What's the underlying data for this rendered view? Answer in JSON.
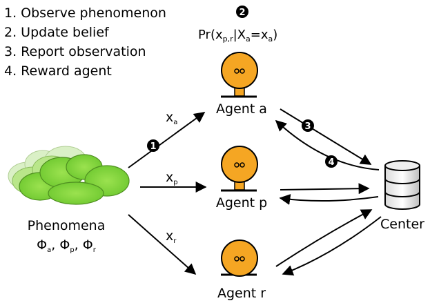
{
  "steps": [
    "1. Observe phenomenon",
    "2. Update belief",
    "3. Report observation",
    "4. Reward agent"
  ],
  "belief_formula": {
    "pre": "Pr(x",
    "sub1": "p,r",
    "mid": "|X",
    "sub2": "a",
    "mid2": "=x",
    "sub3": "a",
    "post": ")"
  },
  "markers": {
    "one": "1",
    "two": "2",
    "three": "3",
    "four": "4"
  },
  "phenomena": {
    "label": "Phenomena",
    "phi": "Φ",
    "sub_a": "a",
    "sub_p": "p",
    "sub_r": "r",
    "sep": ", "
  },
  "agents": [
    {
      "label": "Agent a"
    },
    {
      "label": "Agent p"
    },
    {
      "label": "Agent r"
    }
  ],
  "edges": [
    {
      "var": "x",
      "sub": "a"
    },
    {
      "var": "x",
      "sub": "p"
    },
    {
      "var": "x",
      "sub": "r"
    }
  ],
  "center": {
    "label": "Center"
  },
  "colors": {
    "agent_fill": "#f5a623",
    "agent_stroke": "#000000",
    "cloud_fill": "#7fd33a",
    "cloud_light": "#b9e68a",
    "marker_fill": "#000000"
  }
}
